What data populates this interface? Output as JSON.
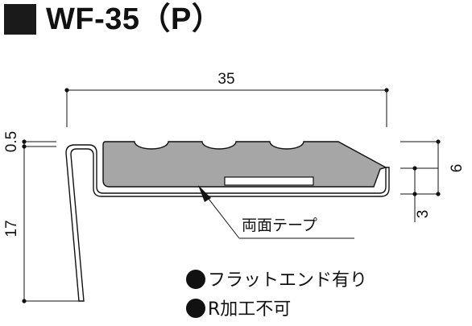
{
  "title": {
    "text": "WF-35（P）"
  },
  "dimensions": {
    "width_total": "35",
    "height_total": "17",
    "top_thickness": "0.5",
    "right_height": "6",
    "right_step": "3"
  },
  "callout": {
    "label": "両面テープ"
  },
  "features": [
    {
      "label": "フラットエンド有り"
    },
    {
      "label": "R加工不可"
    }
  ],
  "colors": {
    "insert_fill": "#a6a6a6",
    "tape_fill": "#ffffff",
    "line": "#111111"
  }
}
